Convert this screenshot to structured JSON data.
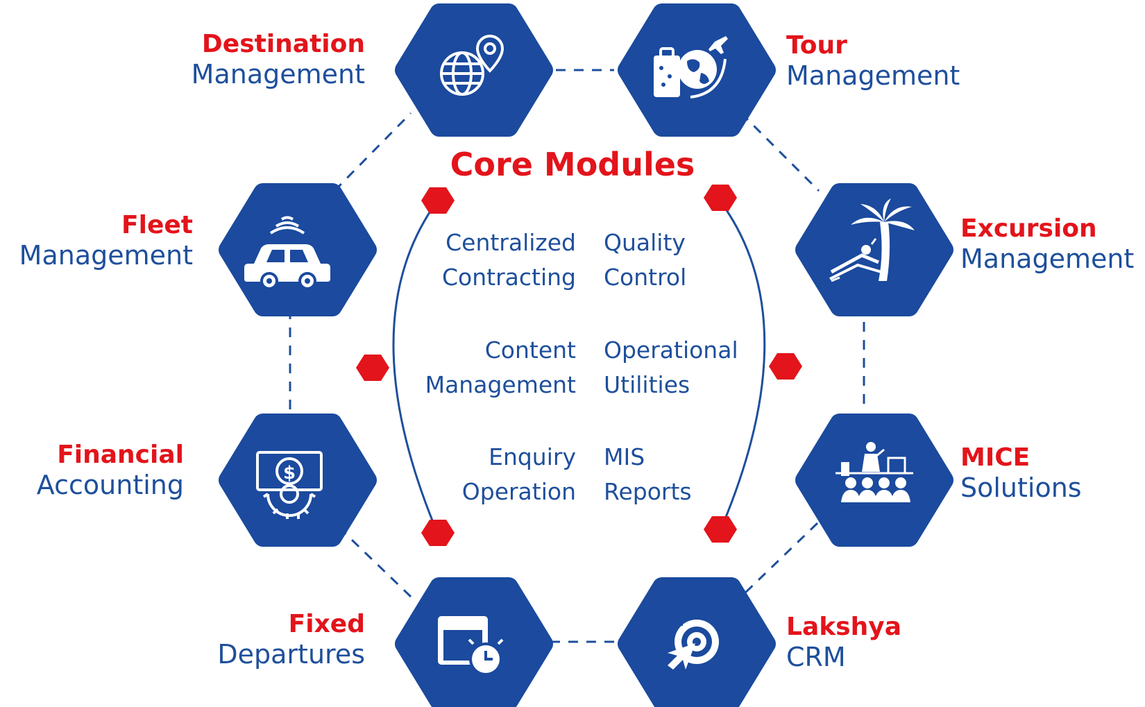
{
  "center": {
    "title": "Core Modules",
    "left_items": [
      {
        "line1": "Centralized",
        "line2": "Contracting"
      },
      {
        "line1": "Content",
        "line2": "Management"
      },
      {
        "line1": "Enquiry",
        "line2": "Operation"
      }
    ],
    "right_items": [
      {
        "line1": "Quality",
        "line2": "Control"
      },
      {
        "line1": "Operational",
        "line2": "Utilities"
      },
      {
        "line1": "MIS",
        "line2": "Reports"
      }
    ]
  },
  "modules": [
    {
      "title": "Destination",
      "subtitle": "Management",
      "icon": "globe-pin-icon"
    },
    {
      "title": "Tour",
      "subtitle": "Management",
      "icon": "luggage-globe-icon"
    },
    {
      "title": "Fleet",
      "subtitle": "Management",
      "icon": "connected-car-icon"
    },
    {
      "title": "Excursion",
      "subtitle": "Management",
      "icon": "beach-palm-icon"
    },
    {
      "title": "Financial",
      "subtitle": "Accounting",
      "icon": "money-gear-icon"
    },
    {
      "title": "MICE",
      "subtitle": "Solutions",
      "icon": "conference-icon"
    },
    {
      "title": "Fixed",
      "subtitle": "Departures",
      "icon": "calendar-clock-icon"
    },
    {
      "title": "Lakshya",
      "subtitle": "CRM",
      "icon": "target-icon"
    }
  ],
  "colors": {
    "hex_fill": "#1b4a9e",
    "accent_red": "#e3141b",
    "text_blue": "#1e4f9c",
    "connector": "#1e4f9c"
  }
}
